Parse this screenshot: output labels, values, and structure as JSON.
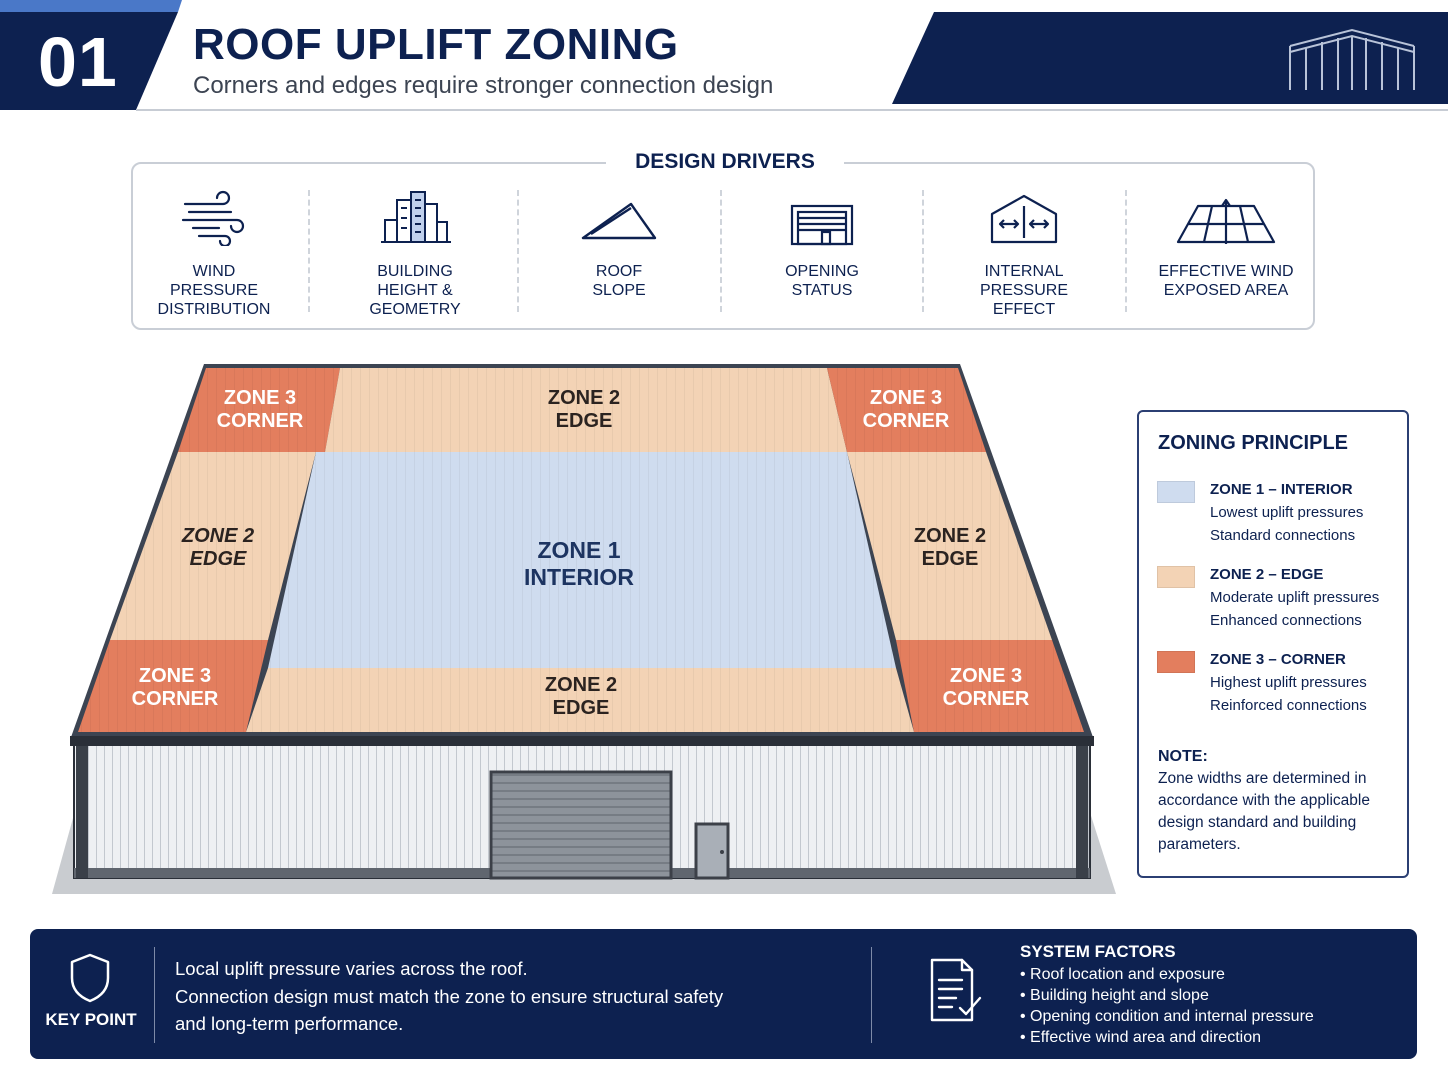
{
  "header": {
    "number": "01",
    "title": "ROOF UPLIFT ZONING",
    "subtitle": "Corners and edges require stronger connection design"
  },
  "design_drivers": {
    "title": "DESIGN DRIVERS",
    "items": [
      {
        "label": "WIND\nPRESSURE\nDISTRIBUTION",
        "icon": "wind-icon"
      },
      {
        "label": "BUILDING\nHEIGHT &\nGEOMETRY",
        "icon": "building-icon"
      },
      {
        "label": "ROOF\nSLOPE",
        "icon": "roof-slope-icon"
      },
      {
        "label": "OPENING\nSTATUS",
        "icon": "garage-door-icon"
      },
      {
        "label": "INTERNAL\nPRESSURE\nEFFECT",
        "icon": "internal-pressure-icon"
      },
      {
        "label": "EFFECTIVE WIND\nEXPOSED AREA",
        "icon": "grid-area-icon"
      }
    ]
  },
  "roof_zones": {
    "zone1": "ZONE 1\nINTERIOR",
    "zone2_top": "ZONE 2\nEDGE",
    "zone2_left": "ZONE 2\nEDGE",
    "zone2_right": "ZONE 2\nEDGE",
    "zone2_bottom": "ZONE 2\nEDGE",
    "zone3_top_left": "ZONE 3\nCORNER",
    "zone3_top_right": "ZONE 3\nCORNER",
    "zone3_bottom_left": "ZONE 3\nCORNER",
    "zone3_bottom_right": "ZONE 3\nCORNER"
  },
  "legend": {
    "title": "ZONING PRINCIPLE",
    "items": [
      {
        "name": "ZONE 1 – INTERIOR",
        "line1": "Lowest uplift pressures",
        "line2": "Standard connections",
        "color": "#cfdcef"
      },
      {
        "name": "ZONE 2 – EDGE",
        "line1": "Moderate uplift pressures",
        "line2": "Enhanced connections",
        "color": "#f3d3b5"
      },
      {
        "name": "ZONE 3 – CORNER",
        "line1": "Highest uplift pressures",
        "line2": "Reinforced connections",
        "color": "#e37e5e"
      }
    ],
    "note_title": "NOTE:",
    "note_text": "Zone widths are determined in accordance with the applicable design standard and building parameters."
  },
  "footer": {
    "key_point_label": "KEY POINT",
    "key_lines": [
      "Local uplift pressure varies across the roof.",
      "Connection design must match the zone to ensure structural safety",
      "and long-term performance."
    ],
    "system_title": "SYSTEM FACTORS",
    "system_items": [
      "• Roof location and exposure",
      "• Building height and slope",
      "• Opening condition and internal pressure",
      "• Effective wind area and direction"
    ]
  },
  "colors": {
    "navy": "#0d2150",
    "zone1": "#cfdcef",
    "zone2": "#f3d3b5",
    "zone3": "#e37e5e"
  }
}
